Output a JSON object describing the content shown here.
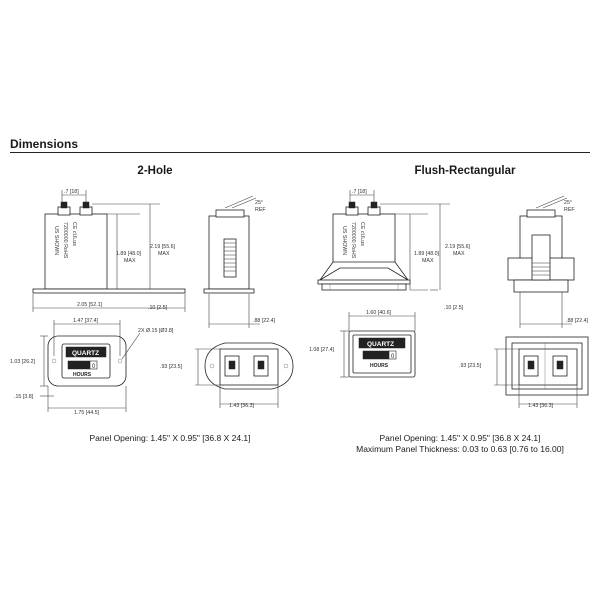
{
  "section_title": "Dimensions",
  "two_hole": {
    "title": "2-Hole",
    "dims": {
      "top_width": ".7 [18]",
      "height_inner": "1.89 [48.0]",
      "height_inner_max": "MAX",
      "height_outer": "2.19 [55.6]",
      "height_outer_max": "MAX",
      "angle": "25°",
      "angle_ref": "REF",
      "overall_width": "2.05 [52.1]",
      "flange_thickness": ".10 [2.5]",
      "depth": ".88 [22.4]",
      "hole_spacing": "1.47 [37.4]",
      "hole_dia": "2X Ø.15 [Ø3.8]",
      "front_height": "1.03 [26.2]",
      "bottom_offset": ".15 [3.8]",
      "front_width": "1.75 [44.5]",
      "rear_height": ".93 [23.5]",
      "rear_width": "1.43 [36.3]"
    },
    "front_face": {
      "brand": "QUARTZ",
      "counter": "0",
      "units": "HOURS"
    },
    "panel_note": "Panel Opening: 1.45\" X 0.95\" [36.8 X 24.1]"
  },
  "flush_rect": {
    "title": "Flush-Rectangular",
    "dims": {
      "top_width": ".7 [18]",
      "height_inner": "1.89 [48.0]",
      "height_inner_max": "MAX",
      "height_outer": "2.19 [55.6]",
      "height_outer_max": "MAX",
      "angle": "25°",
      "angle_ref": "REF",
      "flange_thickness": ".10 [2.5]",
      "depth": ".88 [22.4]",
      "front_width": "1.60 [40.6]",
      "front_height": "1.08 [27.4]",
      "rear_height": ".93 [23.5]",
      "rear_width": "1.43 [36.3]"
    },
    "front_face": {
      "brand": "QUARTZ",
      "counter": "0",
      "units": "HOURS"
    },
    "panel_note": "Panel Opening: 1.45\" X 0.95\" [36.8 X 24.1]",
    "thickness_note": "Maximum Panel Thickness: 0.03 to 0.63 [0.76 to 16.00]"
  }
}
